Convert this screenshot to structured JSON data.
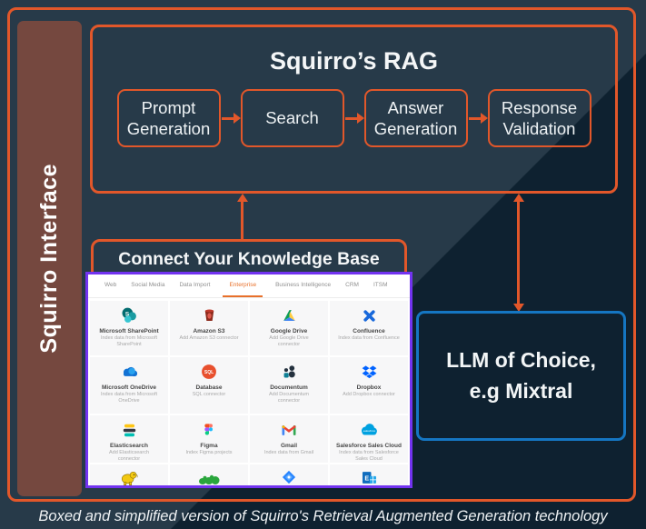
{
  "colors": {
    "accent_orange": "#e2572a",
    "accent_blue": "#1576c2",
    "accent_purple": "#7233f0",
    "sidebar_brown": "#75483f",
    "background_light": "#273a49",
    "background_dark": "#0e2130"
  },
  "sidebar": {
    "label": "Squirro Interface"
  },
  "rag": {
    "title": "Squirro’s RAG",
    "steps": [
      {
        "label": "Prompt Generation"
      },
      {
        "label": "Search"
      },
      {
        "label": "Answer Generation"
      },
      {
        "label": "Response Validation"
      }
    ]
  },
  "knowledge_base": {
    "title": "Connect Your Knowledge Base",
    "tabs": [
      {
        "label": "Web",
        "active": false
      },
      {
        "label": "Social Media",
        "active": false
      },
      {
        "label": "Data Import",
        "active": false
      },
      {
        "label": "Enterprise",
        "active": true
      },
      {
        "label": "Business Intelligence",
        "active": false
      },
      {
        "label": "CRM",
        "active": false
      },
      {
        "label": "ITSM",
        "active": false
      }
    ],
    "connectors": [
      {
        "name": "Microsoft SharePoint",
        "description": "Index data from Microsoft SharePoint",
        "icon": "sharepoint"
      },
      {
        "name": "Amazon S3",
        "description": "Add Amazon S3 connector",
        "icon": "amazon-s3"
      },
      {
        "name": "Google Drive",
        "description": "Add Google Drive connector",
        "icon": "google-drive"
      },
      {
        "name": "Confluence",
        "description": "Index data from Confluence",
        "icon": "confluence"
      },
      {
        "name": "Microsoft OneDrive",
        "description": "Index data from Microsoft OneDrive",
        "icon": "onedrive"
      },
      {
        "name": "Database",
        "description": "SQL connector",
        "icon": "database-sql"
      },
      {
        "name": "Documentum",
        "description": "Add Documentum connector",
        "icon": "documentum"
      },
      {
        "name": "Dropbox",
        "description": "Add Dropbox connector",
        "icon": "dropbox"
      },
      {
        "name": "Elasticsearch",
        "description": "Add Elasticsearch connector",
        "icon": "elasticsearch"
      },
      {
        "name": "Figma",
        "description": "Index Figma projects",
        "icon": "figma"
      },
      {
        "name": "Gmail",
        "description": "Index data from Gmail",
        "icon": "gmail"
      },
      {
        "name": "Salesforce Sales Cloud",
        "description": "Index data from Salesforce Sales Cloud",
        "icon": "salesforce"
      }
    ],
    "partial_row_icons": [
      {
        "icon": "hadoop"
      },
      {
        "icon": "green-elephants"
      },
      {
        "icon": "jira"
      },
      {
        "icon": "microsoft-exchange"
      }
    ]
  },
  "llm": {
    "line1": "LLM of Choice,",
    "line2": "e.g Mixtral"
  },
  "caption": "Boxed and simplified version of Squirro's Retrieval Augmented Generation technology"
}
